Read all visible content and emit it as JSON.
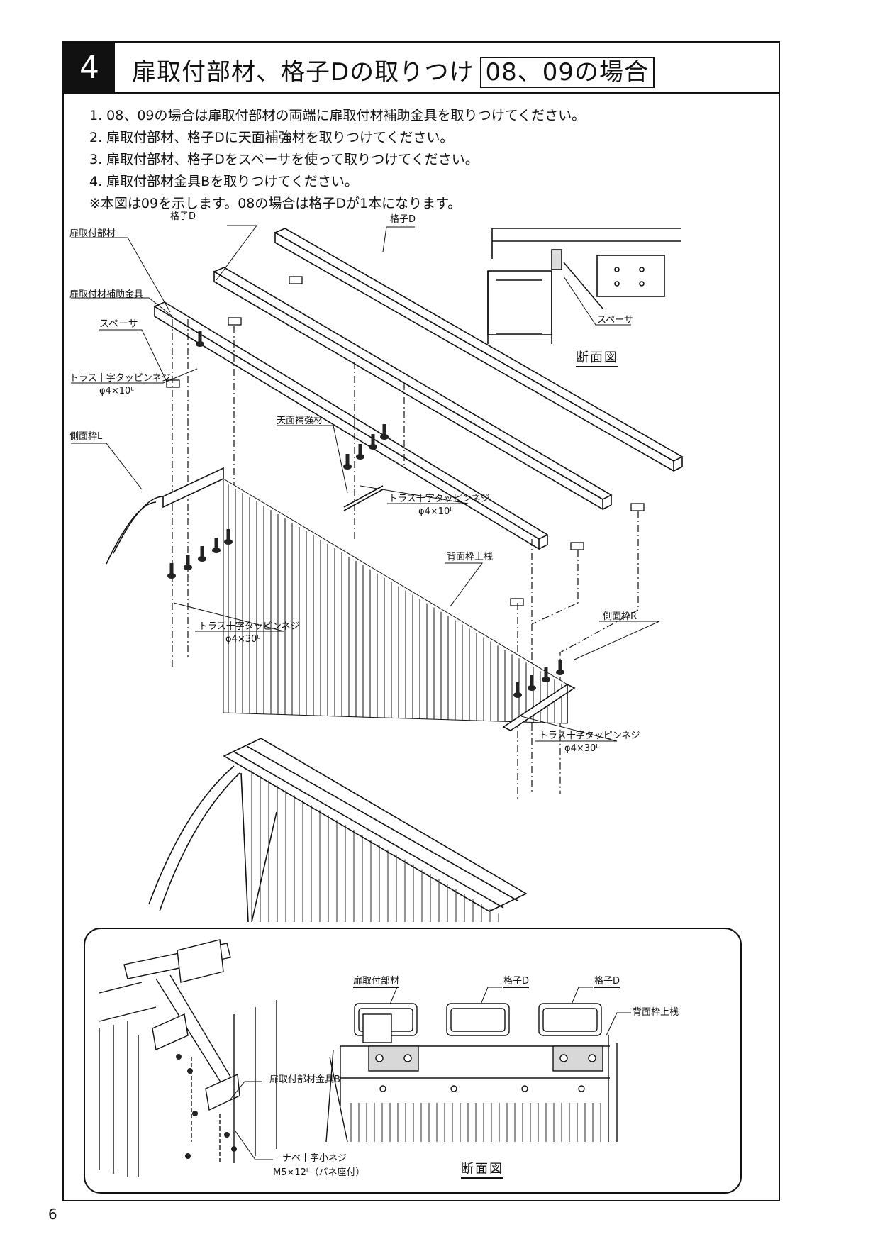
{
  "header": {
    "step_number": "4",
    "title": "扉取付部材、格子Dの取りつけ",
    "title_case": "08、09の場合"
  },
  "instructions": [
    "1.  08、09の場合は扉取付部材の両端に扉取付材補助金具を取りつけてください。",
    "2.  扉取付部材、格子Dに天面補強材を取りつけてください。",
    "3.  扉取付部材、格子Dをスペーサを使って取りつけてください。",
    "4.  扉取付部材金具Bを取りつけてください。",
    "※本図は09を示します。08の場合は格子Dが1本になります。"
  ],
  "labels": {
    "koshi_d_1": "格子D",
    "koshi_d_2": "格子D",
    "tobira_buzai": "扉取付部材",
    "hojo_kanagu": "扉取付材補助金具",
    "spacer": "スペーサ",
    "screw_10_name": "トラス十字タッピンネジ",
    "screw_10_size": "φ4×10ᴸ",
    "sokumen_l": "側面枠L",
    "tenmen": "天面補強材",
    "screw_10b_name": "トラス十字タッピンネジ",
    "screw_10b_size": "φ4×10ᴸ",
    "haimen": "背面枠上桟",
    "screw_30_name": "トラス十字タッピンネジ",
    "screw_30_size": "φ4×30ᴸ",
    "sokumen_r": "側面枠R",
    "screw_30b_name": "トラス十字タッピンネジ",
    "screw_30b_size": "φ4×30ᴸ",
    "section_spacer": "スペーサ",
    "section_title": "断面図",
    "kanagu_b": "扉取付部材金具B",
    "nabe_name": "ナベ十字小ネジ",
    "nabe_size": "M5×12ᴸ（バネ座付）",
    "detail_tobira": "扉取付部材",
    "detail_koshi_1": "格子D",
    "detail_koshi_2": "格子D",
    "detail_haimen": "背面枠上桟",
    "detail_section_title": "断面図"
  },
  "page_number": "6"
}
